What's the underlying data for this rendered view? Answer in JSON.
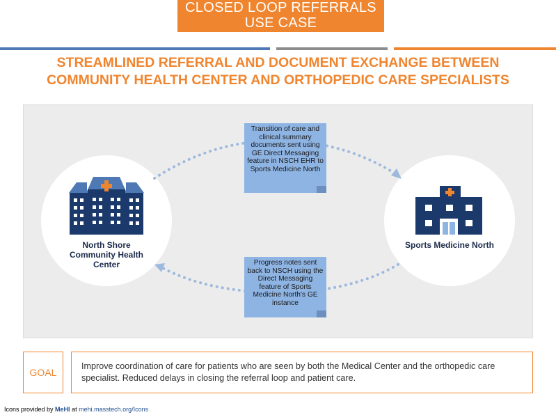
{
  "title": {
    "line1": "CLOSED LOOP REFERRALS",
    "line2": "USE CASE"
  },
  "heading": {
    "line1": "STREAMLINED REFERRAL AND DOCUMENT EXCHANGE BETWEEN",
    "line2": "COMMUNITY HEALTH CENTER AND ORTHOPEDIC CARE SPECIALISTS"
  },
  "nodes": {
    "left": {
      "name": "North Shore Community Health Center",
      "icon": "hospital-buildings-icon"
    },
    "right": {
      "name": "Sports Medicine North",
      "icon": "clinic-building-icon"
    }
  },
  "notes": {
    "top": "Transition of care and clinical summary documents sent using GE Direct Messaging feature in NSCH EHR to Sports Medicine North",
    "bottom": "Progress notes sent back to NSCH using the Direct Messaging feature of Sports Medicine North's GE instance"
  },
  "goal": {
    "label": "GOAL",
    "text": "Improve coordination of care for patients who are seen by both the Medical Center and the orthopedic care specialist. Reduced delays in closing the referral loop and patient care."
  },
  "credit": {
    "prefix": "Icons provided by ",
    "brand": "MeHI",
    "middle": " at ",
    "link": "mehi.masstech.org/Icons"
  },
  "colors": {
    "orange": "#f0852f",
    "blue": "#4f79b4",
    "navy": "#1b3a6b",
    "note": "#8eb4e3",
    "arrow": "#9db9dd"
  }
}
